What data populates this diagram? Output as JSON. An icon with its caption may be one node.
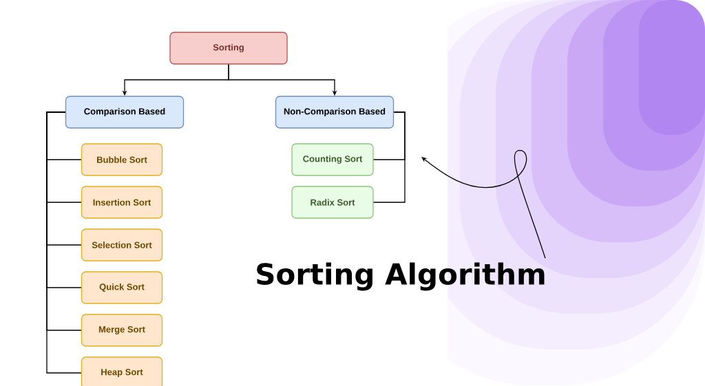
{
  "diagram": {
    "nodes": [
      {
        "text": [
          "Sorting"
        ]
      },
      {
        "text": [
          "Comparison Based"
        ]
      },
      {
        "text": [
          "Non-Comparison Based"
        ]
      },
      {
        "text": [
          "Bubble Sort"
        ]
      },
      {
        "text": [
          "Insertion Sort"
        ]
      },
      {
        "text": [
          "Selection Sort"
        ]
      },
      {
        "text": [
          "Quick Sort"
        ]
      },
      {
        "text": [
          "Merge Sort"
        ]
      },
      {
        "text": [
          "Heap Sort"
        ]
      },
      {
        "text": [
          "Counting Sort"
        ]
      },
      {
        "text": [
          "Radix Sort"
        ]
      },
      {
        "text": [
          "Sorting Algorithm"
        ]
      }
    ],
    "edges": [
      {
        "from": 0,
        "to": 1,
        "arrow": "to"
      },
      {
        "from": 0,
        "to": 2,
        "arrow": "to"
      },
      {
        "from": 1,
        "to": 3,
        "arrow": "none"
      },
      {
        "from": 1,
        "to": 4,
        "arrow": "none"
      },
      {
        "from": 1,
        "to": 5,
        "arrow": "none"
      },
      {
        "from": 1,
        "to": 6,
        "arrow": "none"
      },
      {
        "from": 1,
        "to": 7,
        "arrow": "none"
      },
      {
        "from": 1,
        "to": 8,
        "arrow": "none"
      },
      {
        "from": 2,
        "to": 9,
        "arrow": "none"
      },
      {
        "from": 2,
        "to": 10,
        "arrow": "none"
      },
      {
        "from": 11,
        "to": null,
        "arrow": "to"
      }
    ]
  }
}
